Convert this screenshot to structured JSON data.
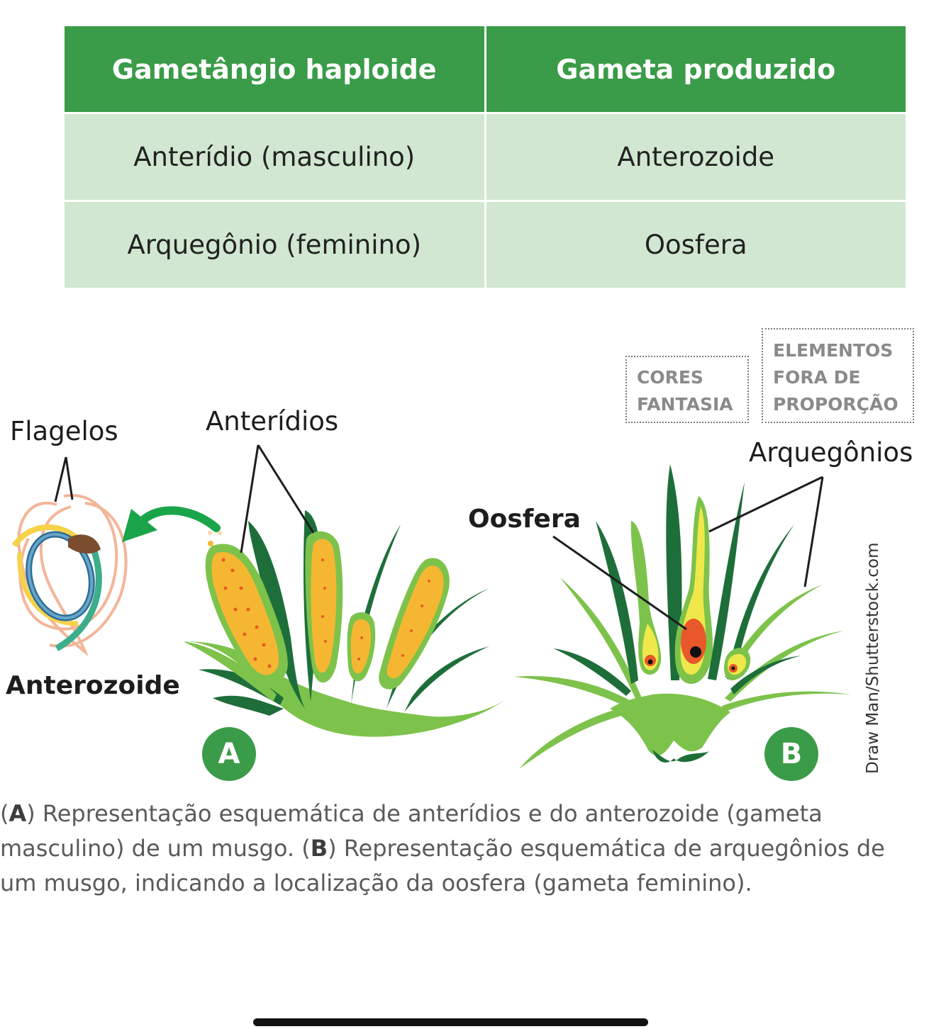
{
  "table": {
    "headers": [
      "Gametângio haploide",
      "Gameta produzido"
    ],
    "rows": [
      [
        "Anterídio (masculino)",
        "Anterozoide"
      ],
      [
        "Arquegônio (feminino)",
        "Oosfera"
      ]
    ]
  },
  "notices": {
    "colors": [
      "CORES",
      "FANTASIA"
    ],
    "proportion": [
      "ELEMENTOS",
      "FORA DE",
      "PROPORÇÃO"
    ]
  },
  "figure": {
    "labels": {
      "flagelos": "Flagelos",
      "anteridios": "Anterídios",
      "arquegonios": "Arquegônios",
      "oosfera": "Oosfera",
      "anterozoide": "Anterozoide"
    },
    "badges": {
      "a": "A",
      "b": "B"
    },
    "credit": "Draw Man/Shutterstock.com",
    "icons": [
      "curved-arrow-icon",
      "sperm-cell-icon",
      "antheridia-plant",
      "archegonia-plant"
    ],
    "colors": {
      "dark_green": "#1e6e3a",
      "light_green": "#7dc24b",
      "orange": "#f5b731",
      "yellow": "#efe84a",
      "red": "#e8582a"
    }
  },
  "caption": {
    "a_letter": "A",
    "a_text": ") Representação esquemática de anterídios e do anterozoide (gameta masculino) de um musgo. (",
    "b_letter": "B",
    "b_text": ") Representação esquemática de arquegônios de um musgo, indicando a localização da oosfera (gameta feminino)."
  }
}
